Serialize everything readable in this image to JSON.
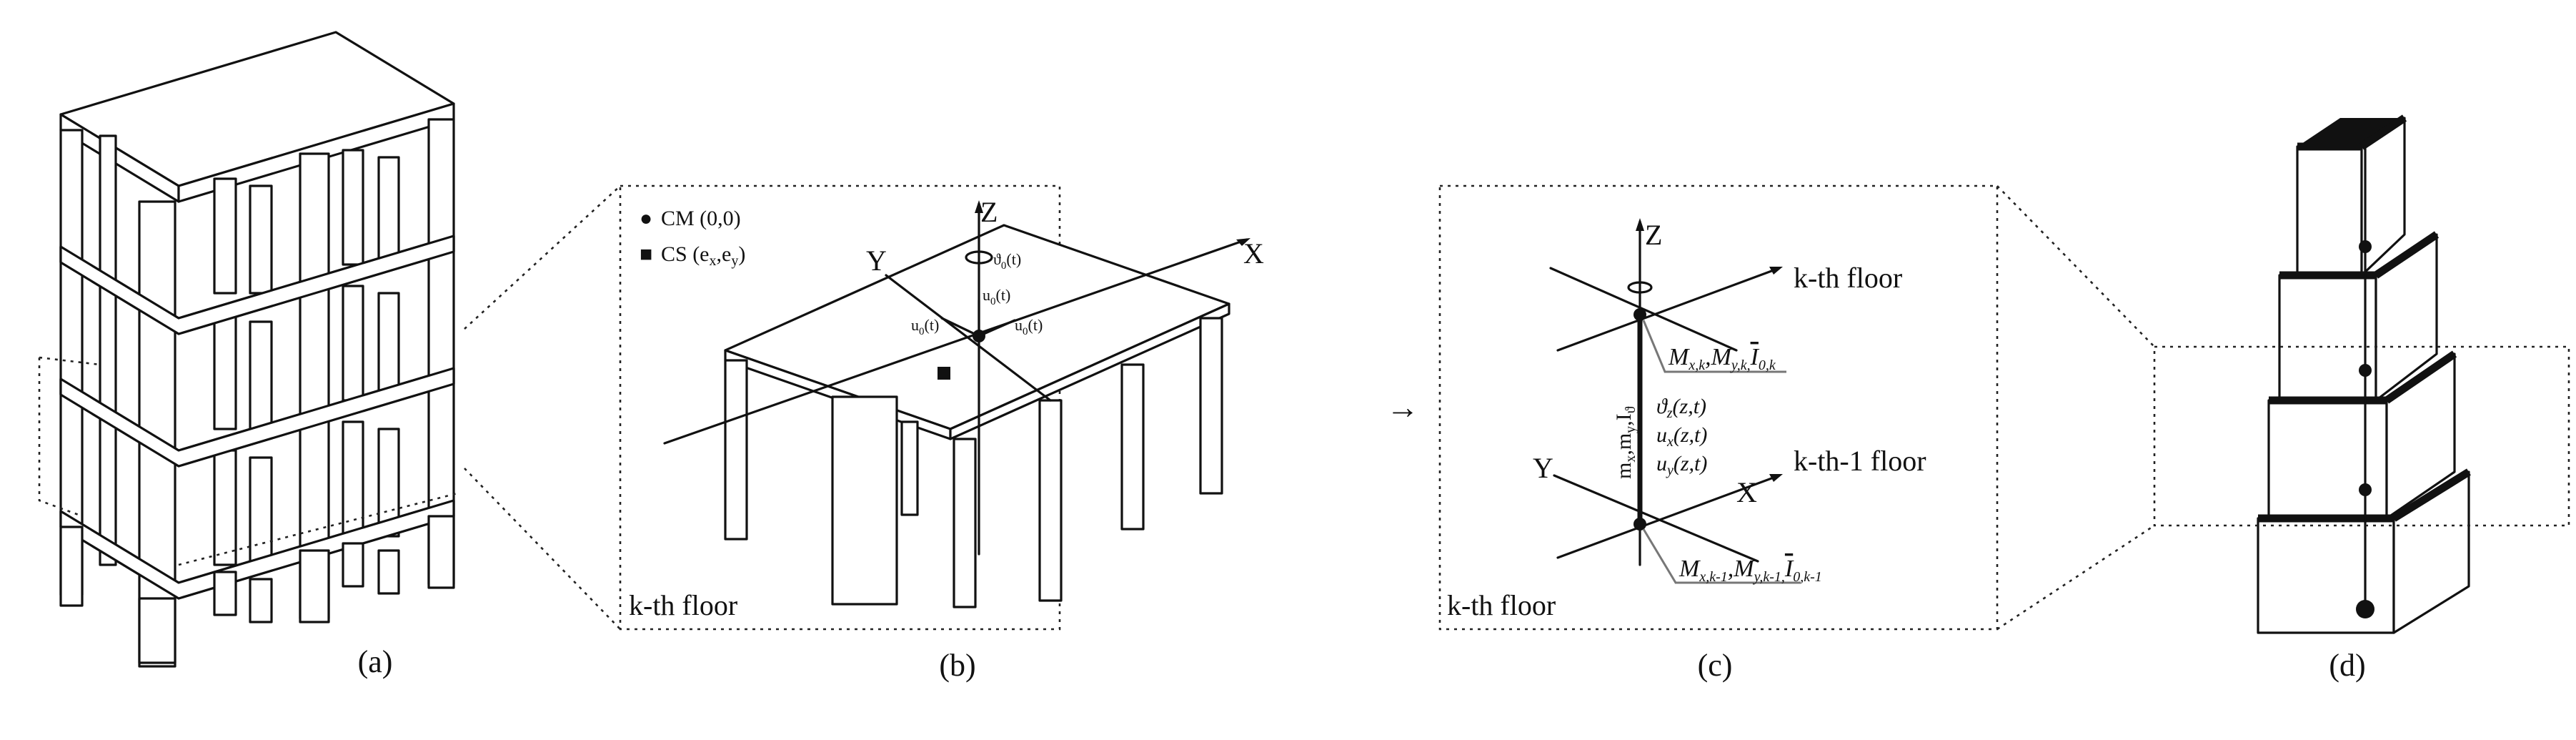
{
  "panels": {
    "a": {
      "caption": "(a)"
    },
    "b": {
      "caption": "(b)",
      "floor_label": "k-th floor",
      "legend": [
        {
          "symbol": "●",
          "text": "CM (0,0)"
        },
        {
          "symbol": "■",
          "text": "CS (e",
          "sub1": "x",
          "mid": ",e",
          "sub2": "y",
          "end": ")"
        }
      ],
      "axis_x": "X",
      "axis_y": "Y",
      "axis_z": "Z",
      "theta": "ϑ",
      "theta_sub": "0",
      "uz": "u",
      "uz_sub": "0",
      "ux": "u",
      "ux_sub": "0",
      "uy": "u",
      "uy_sub": "0",
      "arg": "(t)"
    },
    "c": {
      "caption": "(c)",
      "floor_label": "k-th floor",
      "axis_x": "X",
      "axis_y": "Y",
      "axis_z": "Z",
      "upper_floor": "k-th floor",
      "lower_floor": "k-th-1 floor",
      "mass_label": "m",
      "mass_label_2": ",m",
      "mass_label_3": ",I",
      "mass_sub_1": "x",
      "mass_sub_2": "y",
      "mass_sub_3": "ϑ",
      "fn_1": "ϑ",
      "fn_1_sub": "z",
      "fn_1_arg": "(z,t)",
      "fn_2": "u",
      "fn_2_sub": "x",
      "fn_2_arg": "(z,t)",
      "fn_3": "u",
      "fn_3_sub": "y",
      "fn_3_arg": "(z,t)",
      "top_M_x": "M",
      "top_M_x_sub": "x,k",
      "top_M_y": ",M",
      "top_M_y_sub": "y,k,",
      "top_I": "I",
      "top_I_sub": "0,k",
      "bot_M_x": "M",
      "bot_M_x_sub": "x,k-1",
      "bot_M_y": ",M",
      "bot_M_y_sub": "y,k-1,",
      "bot_I": "I",
      "bot_I_sub": "0,k-1"
    },
    "d": {
      "caption": "(d)"
    }
  },
  "arrow_between_b_c": "→"
}
